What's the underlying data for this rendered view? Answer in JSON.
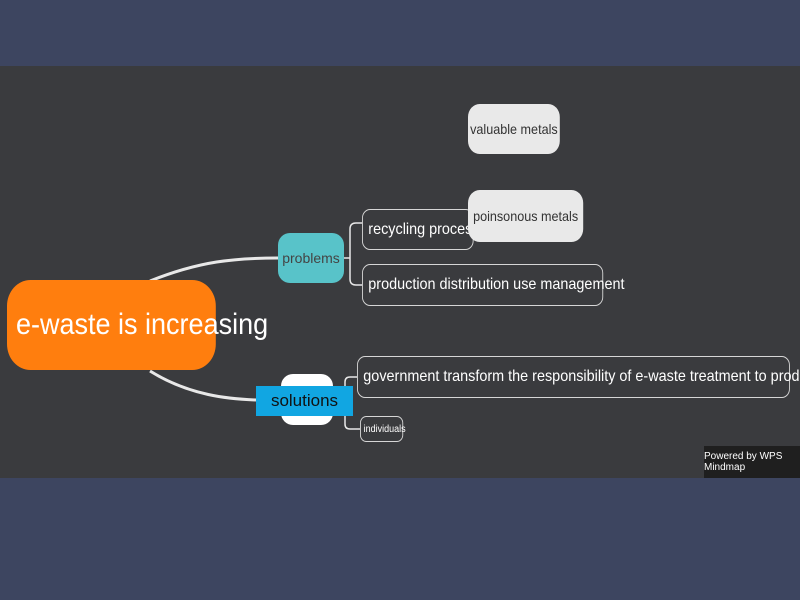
{
  "mindmap": {
    "root": "e-waste  is  increasing",
    "branches": {
      "problems": "problems",
      "solutions": "solutions"
    },
    "problem_items": {
      "recycling": "recycling  process",
      "production": "production  distribution  use    management",
      "valuable": "valuable  metals",
      "poisonous": "poinsonous  metals"
    },
    "solution_items": {
      "government": "government  transform  the  responsibility  of  e-waste  treatment  to  producers",
      "individuals": "individuals"
    }
  },
  "footer": {
    "powered": "Powered by WPS Mindmap"
  },
  "colors": {
    "root": "#ff7e0e",
    "problems": "#58c3c9",
    "solutions_label": "#11a6e2",
    "canvas": "#3a3b3e",
    "frame": "#3d4560"
  }
}
